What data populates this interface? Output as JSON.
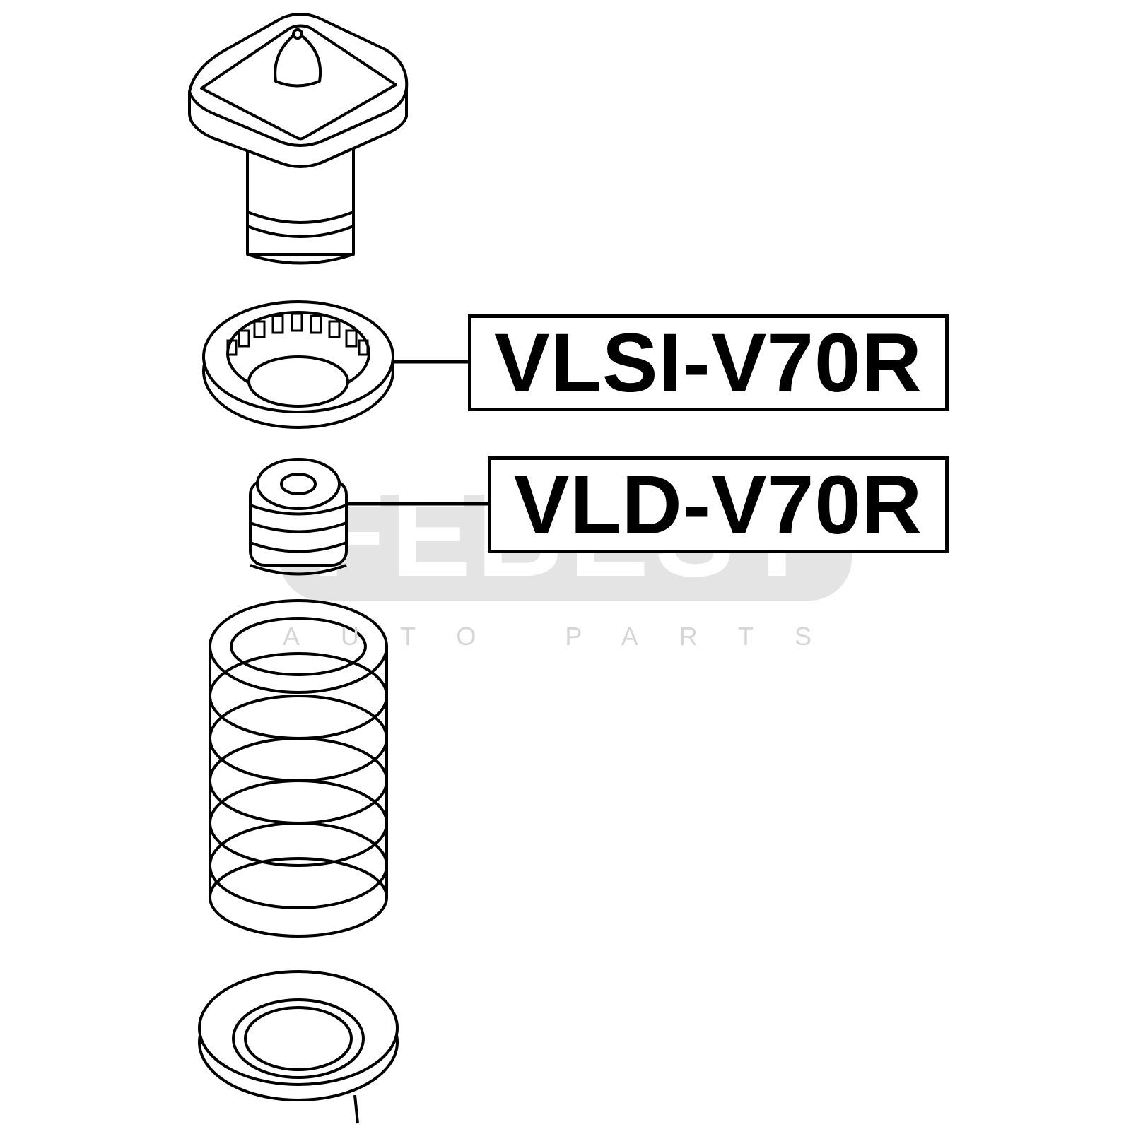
{
  "parts": [
    {
      "id": "top-mount",
      "label": null
    },
    {
      "id": "mount-bearing",
      "label": "VLSI-V70R"
    },
    {
      "id": "bump-stop",
      "label": "VLD-V70R"
    },
    {
      "id": "coil-spring",
      "label": null
    },
    {
      "id": "spring-seat",
      "label": null
    }
  ],
  "callouts": {
    "bearing": "VLSI-V70R",
    "bumpstop": "VLD-V70R"
  },
  "watermark": {
    "brand": "FEBEST",
    "tagline": "AUTO PARTS",
    "color": "#d9d9d9"
  },
  "colors": {
    "line": "#000000",
    "background": "#ffffff"
  }
}
